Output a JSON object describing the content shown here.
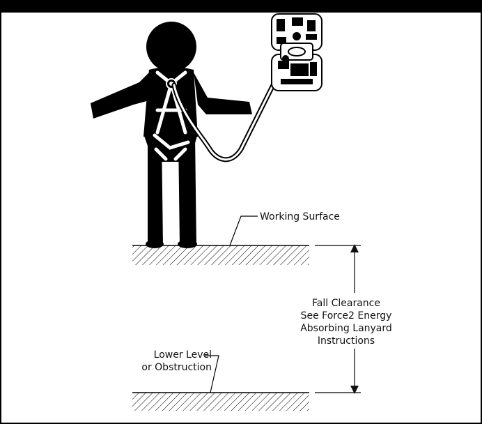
{
  "labels": {
    "working_surface": "Working Surface",
    "fall_clearance": [
      "Fall Clearance",
      "See Force2 Energy",
      "Absorbing Lanyard",
      "Instructions"
    ],
    "lower_level": [
      "Lower Level",
      "or Obstruction"
    ]
  },
  "icons": {
    "worker": "worker-in-harness-icon",
    "anchor": "rail-car-anchor-icon",
    "lanyard": "lanyard-icon"
  },
  "colors": {
    "ink": "#111111",
    "background": "#ffffff"
  }
}
